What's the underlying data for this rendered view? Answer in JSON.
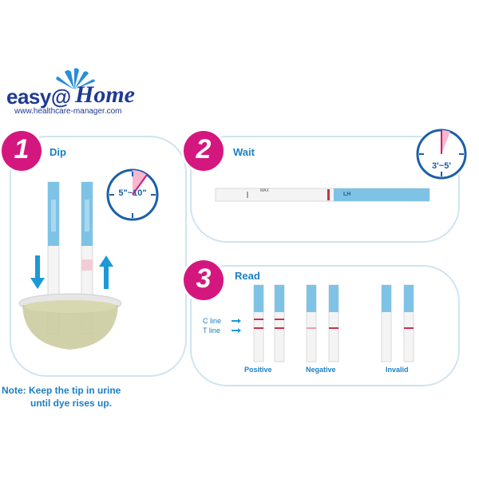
{
  "brand": {
    "name_part1": "easy@",
    "name_part2": "Home",
    "url": "www.healthcare-manager.com",
    "accent": "#1f3a93",
    "sun_color": "#2a8fd6"
  },
  "steps": [
    {
      "number": "1",
      "title": "Dip",
      "timer": "5\"~10\""
    },
    {
      "number": "2",
      "title": "Wait",
      "timer": "3'~5'"
    },
    {
      "number": "3",
      "title": "Read"
    }
  ],
  "strip_labels": {
    "max": "MAX",
    "lh": "LH"
  },
  "read": {
    "c_line": "C line",
    "t_line": "T line",
    "results": [
      "Positive",
      "Negative",
      "Invalid"
    ]
  },
  "note": {
    "line1": "Note: Keep the tip in urine",
    "line2": "until dye rises up."
  },
  "colors": {
    "magenta": "#d4177f",
    "blue_text": "#1b7fc4",
    "strip_blue": "#7ec3e6",
    "line_red": "#c8324b",
    "urine": "#c9c99a",
    "panel_border": "#cfe4ef"
  }
}
